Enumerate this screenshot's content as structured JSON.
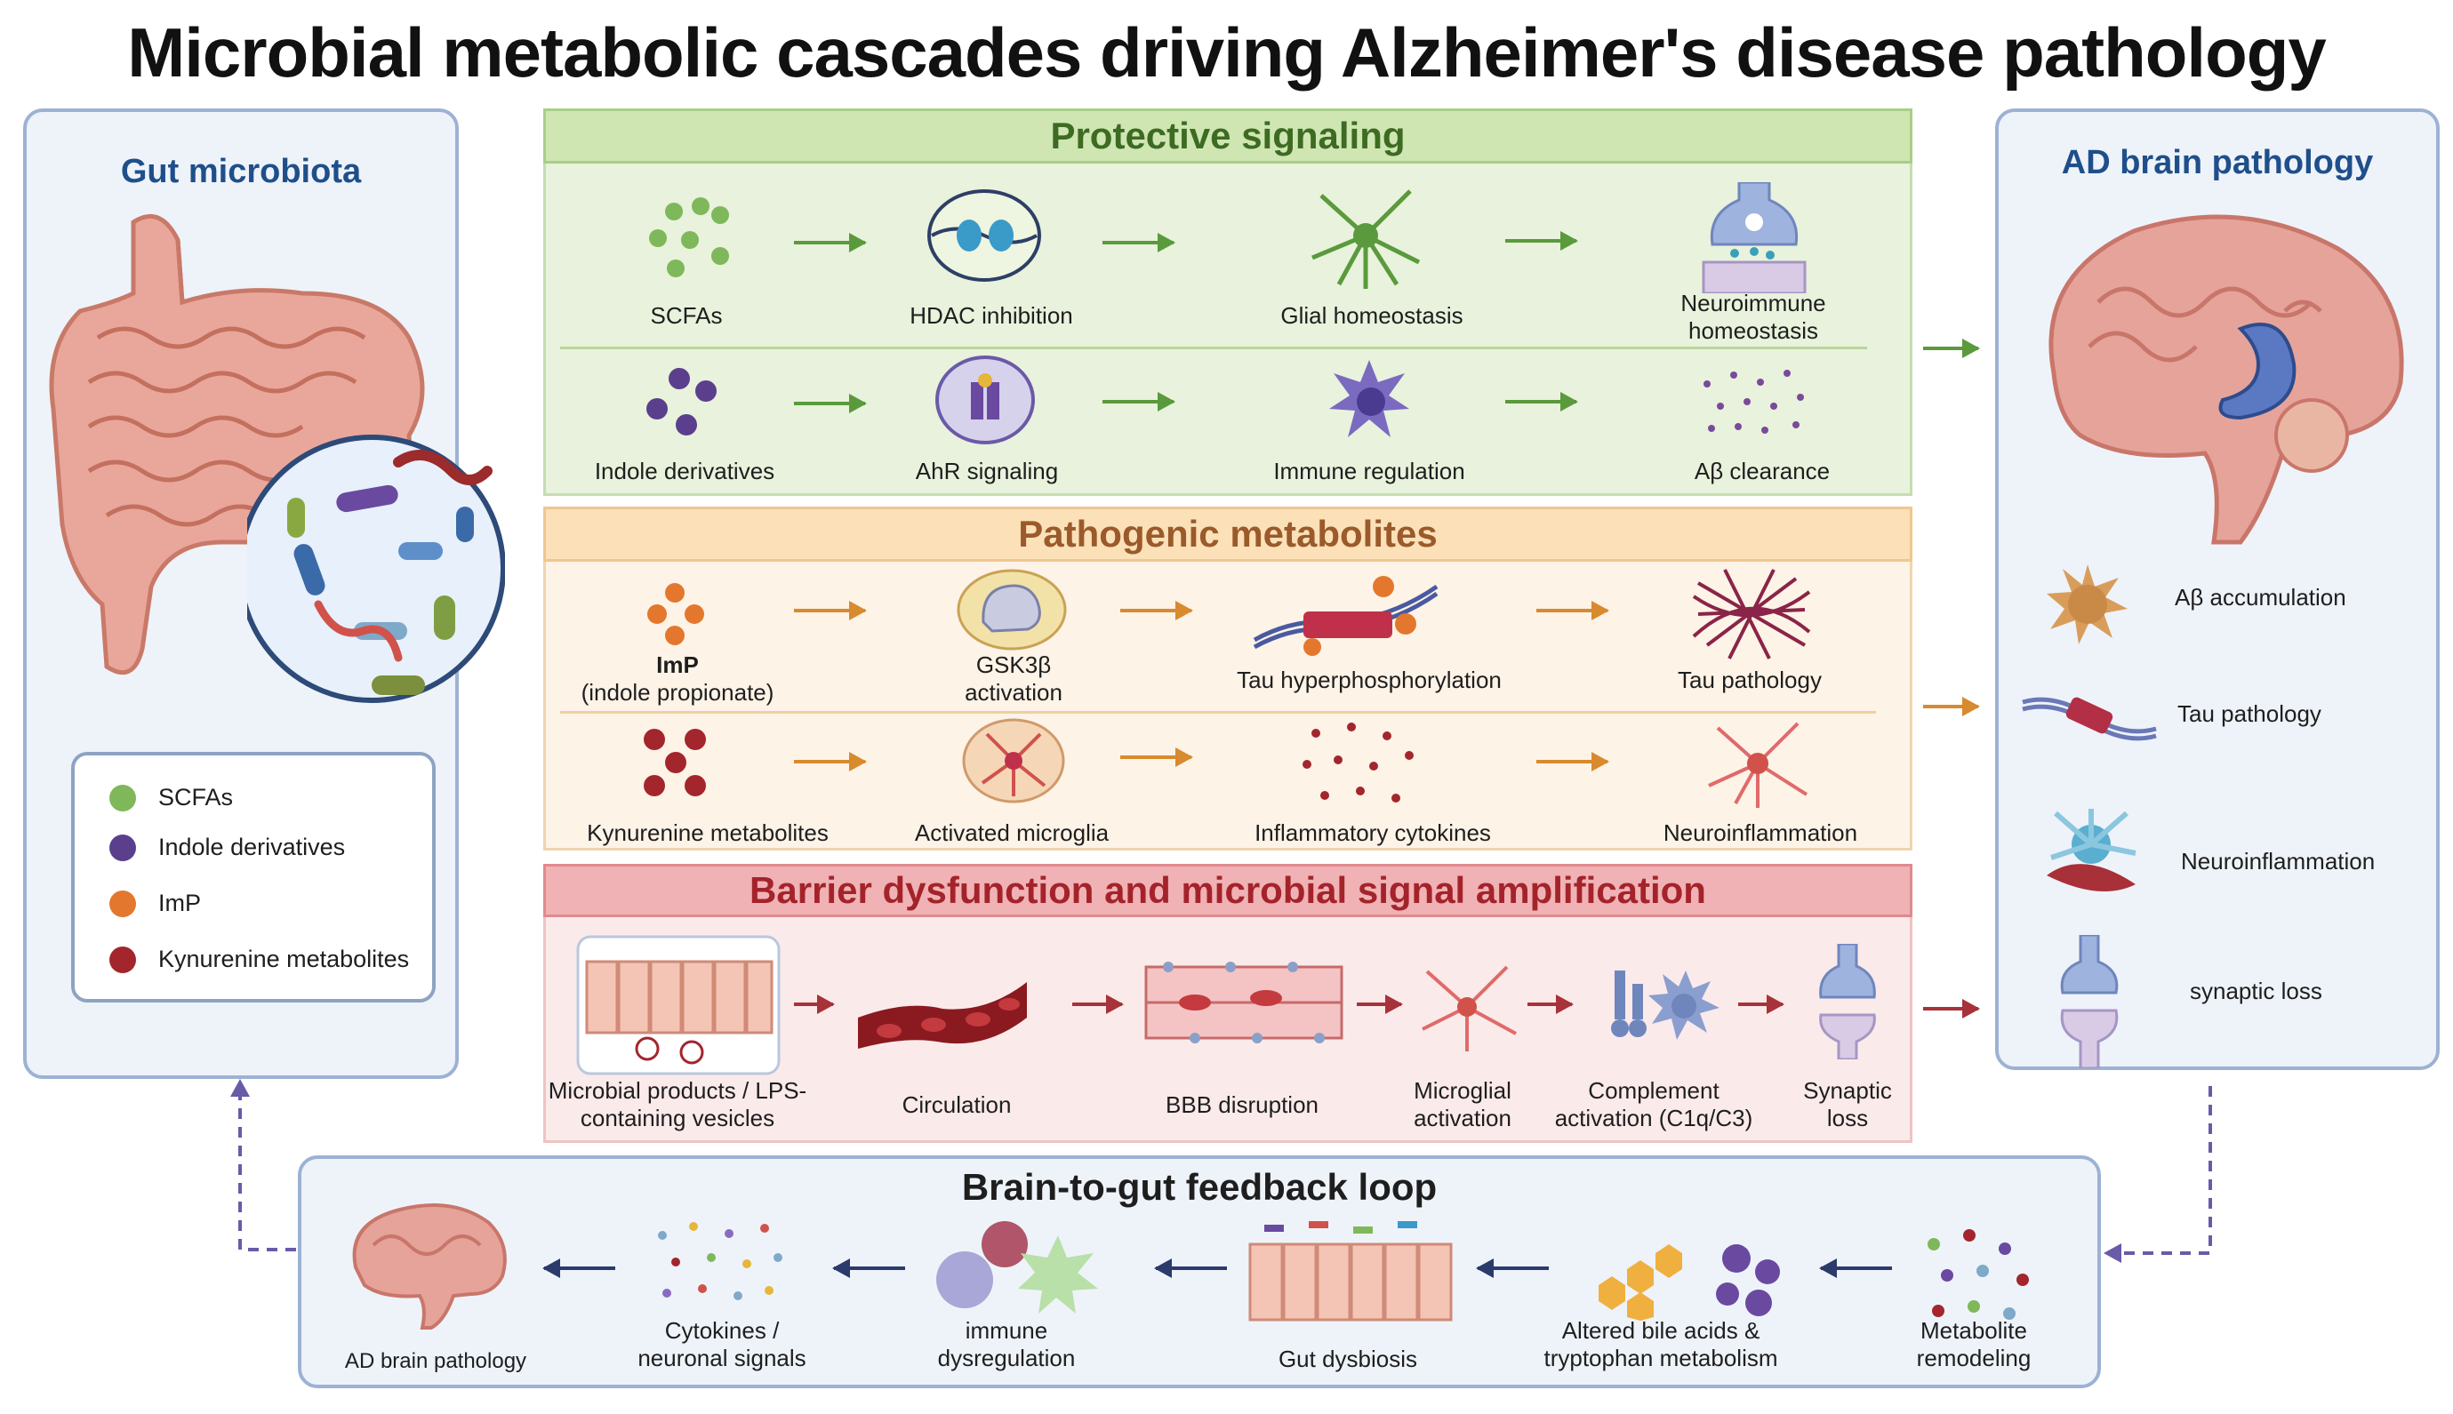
{
  "title": "Microbial metabolic cascades driving Alzheimer's disease pathology",
  "gut": {
    "title": "Gut microbiota",
    "legend": [
      {
        "label": "SCFAs",
        "color": "#7fb85a"
      },
      {
        "label": "Indole derivatives",
        "color": "#5b3f8c"
      },
      {
        "label": "ImP",
        "color": "#e4772e"
      },
      {
        "label": "Kynurenine metabolites",
        "color": "#a3262d"
      }
    ]
  },
  "brain": {
    "title": "AD brain pathology",
    "items": [
      "Aβ accumulation",
      "Tau pathology",
      "Neuroinflammation",
      "synaptic loss"
    ]
  },
  "protective": {
    "title": "Protective signaling",
    "row1": [
      "SCFAs",
      "HDAC inhibition",
      "Glial homeostasis",
      "Neuroimmune homeostasis"
    ],
    "row2": [
      "Indole derivatives",
      "AhR signaling",
      "Immune regulation",
      "Aβ clearance"
    ]
  },
  "pathogenic": {
    "title": "Pathogenic metabolites",
    "row1_item1_bold": "ImP",
    "row1_item1_sub": "(indole propionate)",
    "row1": [
      "GSK3β activation",
      "Tau hyperphosphorylation",
      "Tau pathology"
    ],
    "row2": [
      "Kynurenine metabolites",
      "Activated microglia",
      "Inflammatory cytokines",
      "Neuroinflammation"
    ]
  },
  "barrier": {
    "title": "Barrier dysfunction and microbial signal amplification",
    "steps": [
      "Microbial products / LPS-containing vesicles",
      "Circulation",
      "BBB disruption",
      "Microglial activation",
      "Complement activation (C1q/C3)",
      "Synaptic loss"
    ]
  },
  "feedback": {
    "title": "Brain-to-gut feedback loop",
    "steps": [
      "AD brain pathology",
      "Cytokines / neuronal signals",
      "immune dysregulation",
      "Gut dysbiosis",
      "Altered bile acids & tryptophan metabolism",
      "Metabolite remodeling"
    ]
  }
}
